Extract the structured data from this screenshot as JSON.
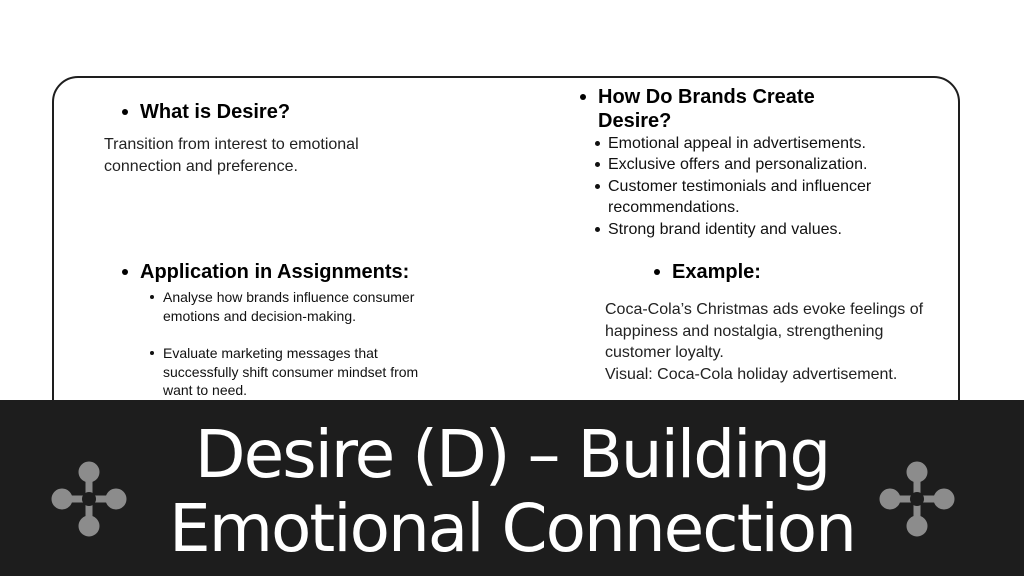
{
  "what": {
    "heading": "What is Desire?",
    "text": "Transition from interest to emotional connection and preference."
  },
  "how": {
    "heading": "How Do Brands Create Desire?",
    "items": [
      "Emotional appeal in advertisements.",
      "Exclusive offers and personalization.",
      "Customer testimonials and influencer recommendations.",
      "Strong brand identity and values."
    ]
  },
  "application": {
    "heading": "Application in Assignments:",
    "items": [
      "Analyse how brands influence consumer emotions and decision-making.",
      "Evaluate marketing messages that successfully shift consumer mindset from want to need.",
      ""
    ]
  },
  "example": {
    "heading": "Example:",
    "text": "Coca-Cola’s Christmas ads evoke feelings of happiness and nostalgia, strengthening customer loyalty.",
    "visual": "Visual: Coca-Cola holiday advertisement."
  },
  "banner": {
    "title_line1": "Desire (D) – Building",
    "title_line2": "Emotional Connection",
    "background": "#1d1d1d",
    "deco_color": "#8c8c8c",
    "deco_icon": "four-circle-cross-icon"
  }
}
